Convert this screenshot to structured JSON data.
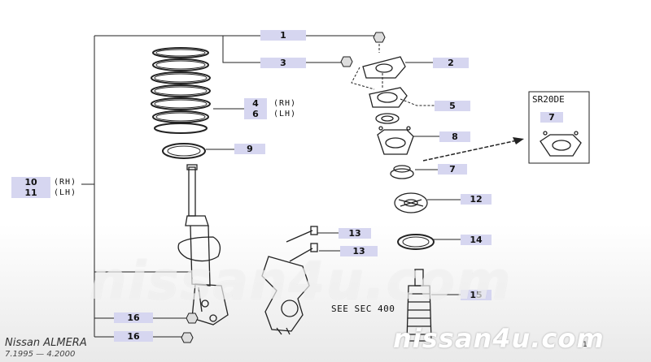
{
  "labels": {
    "p1": "1",
    "p2": "2",
    "p3": "3",
    "p4": "4",
    "p5": "5",
    "p6": "6",
    "p7": "7",
    "p7b": "7",
    "p8": "8",
    "p9": "9",
    "p10": "10",
    "p11": "11",
    "p12": "12",
    "p13a": "13",
    "p13b": "13",
    "p14": "14",
    "p15": "15",
    "p16a": "16",
    "p16b": "16"
  },
  "sides": {
    "rh4": "(RH)",
    "lh6": "(LH)",
    "rh10": "(RH)",
    "lh11": "(LH)"
  },
  "engine": "SR20DE",
  "see_section": "SEE SEC 400",
  "watermark_large": "nissan4u.com",
  "watermark_small": "nissan4u.com",
  "model_name": "Nissan  ALMERA",
  "date_range": "7.1995  —  4.2000",
  "tick_mark": "1"
}
